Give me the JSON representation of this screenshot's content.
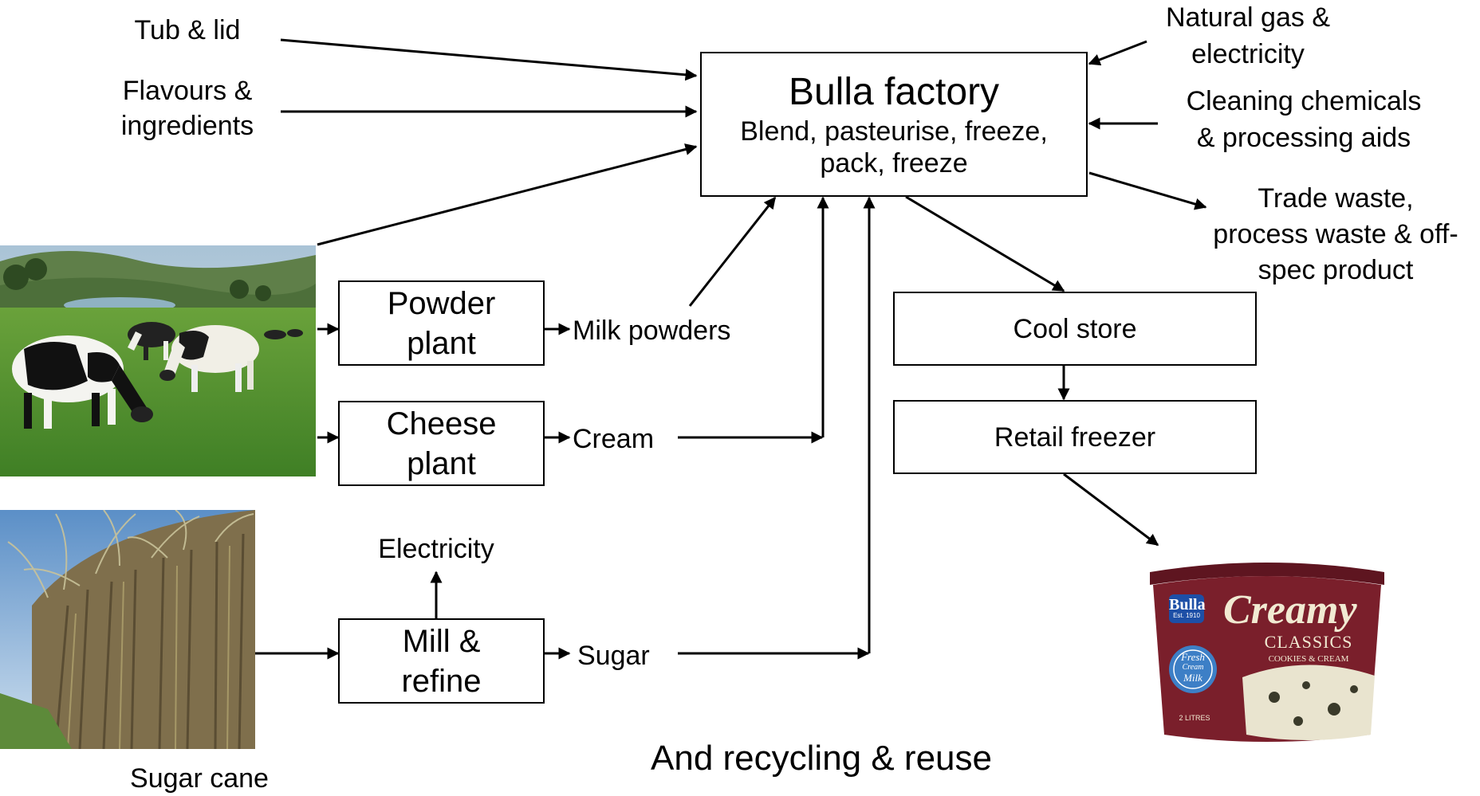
{
  "inputs": {
    "tub_lid": "Tub & lid",
    "flavours": [
      "Flavours &",
      "ingredients"
    ],
    "gas_electricity": [
      "Natural gas &",
      "electricity"
    ],
    "cleaning": [
      "Cleaning chemicals",
      "& processing aids"
    ],
    "waste": [
      "Trade waste,",
      "process waste & off-",
      "spec product"
    ]
  },
  "factory": {
    "title": "Bulla factory",
    "process": [
      "Blend, pasteurise, freeze,",
      "pack, freeze"
    ]
  },
  "plants": {
    "powder": [
      "Powder",
      "plant"
    ],
    "cheese": [
      "Cheese",
      "plant"
    ],
    "mill": [
      "Mill &",
      "refine"
    ]
  },
  "products": {
    "milk_powders": "Milk powders",
    "cream": "Cream",
    "sugar": "Sugar",
    "electricity": "Electricity"
  },
  "distribution": {
    "cool_store": "Cool store",
    "retail_freezer": "Retail freezer"
  },
  "photos": {
    "sugar_cane_caption": "Sugar cane"
  },
  "tub_label": {
    "brand": "Bulla",
    "brand_sub": "Est. 1910",
    "script": "Creamy",
    "line": "CLASSICS",
    "flavour": "COOKIES & CREAM",
    "badge": [
      "Fresh",
      "Cream",
      "Milk"
    ],
    "volume": "2 LITRES"
  },
  "footer": "And recycling & reuse",
  "colors": {
    "tub_red": "#7a1f2b",
    "grass": "#4f8f2e",
    "cane": "#8c7a56"
  }
}
